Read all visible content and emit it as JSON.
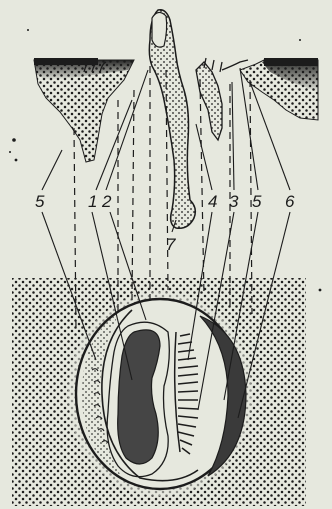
{
  "figure": {
    "labels": [
      "5",
      "1",
      "2",
      "7",
      "4",
      "3",
      "5",
      "6"
    ],
    "colors": {
      "paper": "#e6e8de",
      "ink": "#1c1c1c",
      "dark_fill": "#3a3a3a",
      "mid_fill": "#555555"
    }
  }
}
